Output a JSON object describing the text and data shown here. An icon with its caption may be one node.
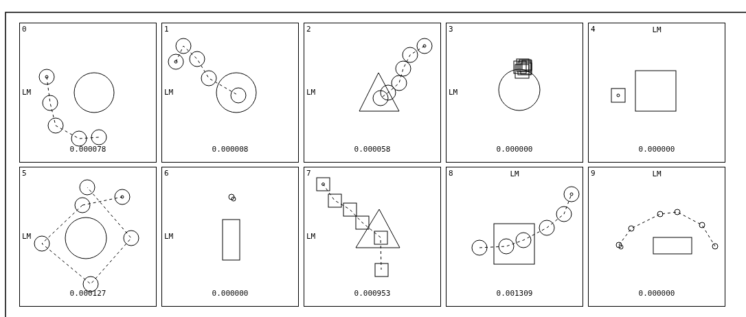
{
  "diagram": {
    "nodes": [
      {
        "text": [
          "0",
          "LM",
          "0.000078"
        ]
      },
      {
        "text": [
          "1",
          "LM",
          "0.000008"
        ]
      },
      {
        "text": [
          "2",
          "LM",
          "0.000058"
        ]
      },
      {
        "text": [
          "3",
          "LM",
          "0.000000"
        ]
      },
      {
        "text": [
          "4",
          "LM",
          "0.000000"
        ]
      },
      {
        "text": [
          "5",
          "LM",
          "0.000127"
        ]
      },
      {
        "text": [
          "6",
          "LM",
          "0.000000"
        ]
      },
      {
        "text": [
          "7",
          "LM",
          "0.000953"
        ]
      },
      {
        "text": [
          "8",
          "LM",
          "0.001309"
        ]
      },
      {
        "text": [
          "9",
          "LM",
          "0.000000"
        ]
      }
    ]
  }
}
